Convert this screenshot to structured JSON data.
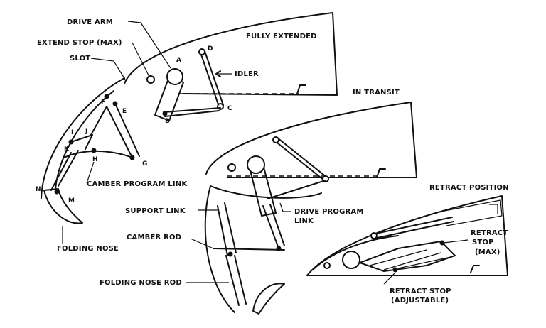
{
  "positions": {
    "fully_extended": "FULLY EXTENDED",
    "in_transit": "IN TRANSIT",
    "retract_position": "RETRACT POSITION"
  },
  "labels": {
    "drive_arm": "DRIVE ÁRM",
    "extend_stop": "EXTEND STOP (MAX)",
    "slot": "SLOT",
    "idler": "IDLER",
    "camber_program_link": "CAMBER PROGRAM LINK",
    "folding_nose": "FOLDING NOSE",
    "support_link": "SUPPORT LINK",
    "camber_rod": "CAMBER ROD",
    "folding_nose_rod": "FOLDING NOSE ROD",
    "drive_program_link_1": "DRIVE PROGRAM",
    "drive_program_link_2": "LINK",
    "retract_stop_max_1": "RETRACT",
    "retract_stop_max_2": "STOP",
    "retract_stop_max_3": "(MAX)",
    "retract_stop_adj_1": "RETRACT STOP",
    "retract_stop_adj_2": "(ADJUSTABLE)"
  },
  "points": {
    "a": "A",
    "b": "B",
    "c": "C",
    "d": "D",
    "e": "E",
    "f": "F",
    "g": "G",
    "h": "H",
    "i": "I",
    "j": "J",
    "k": "K",
    "m": "M",
    "n": "N"
  }
}
